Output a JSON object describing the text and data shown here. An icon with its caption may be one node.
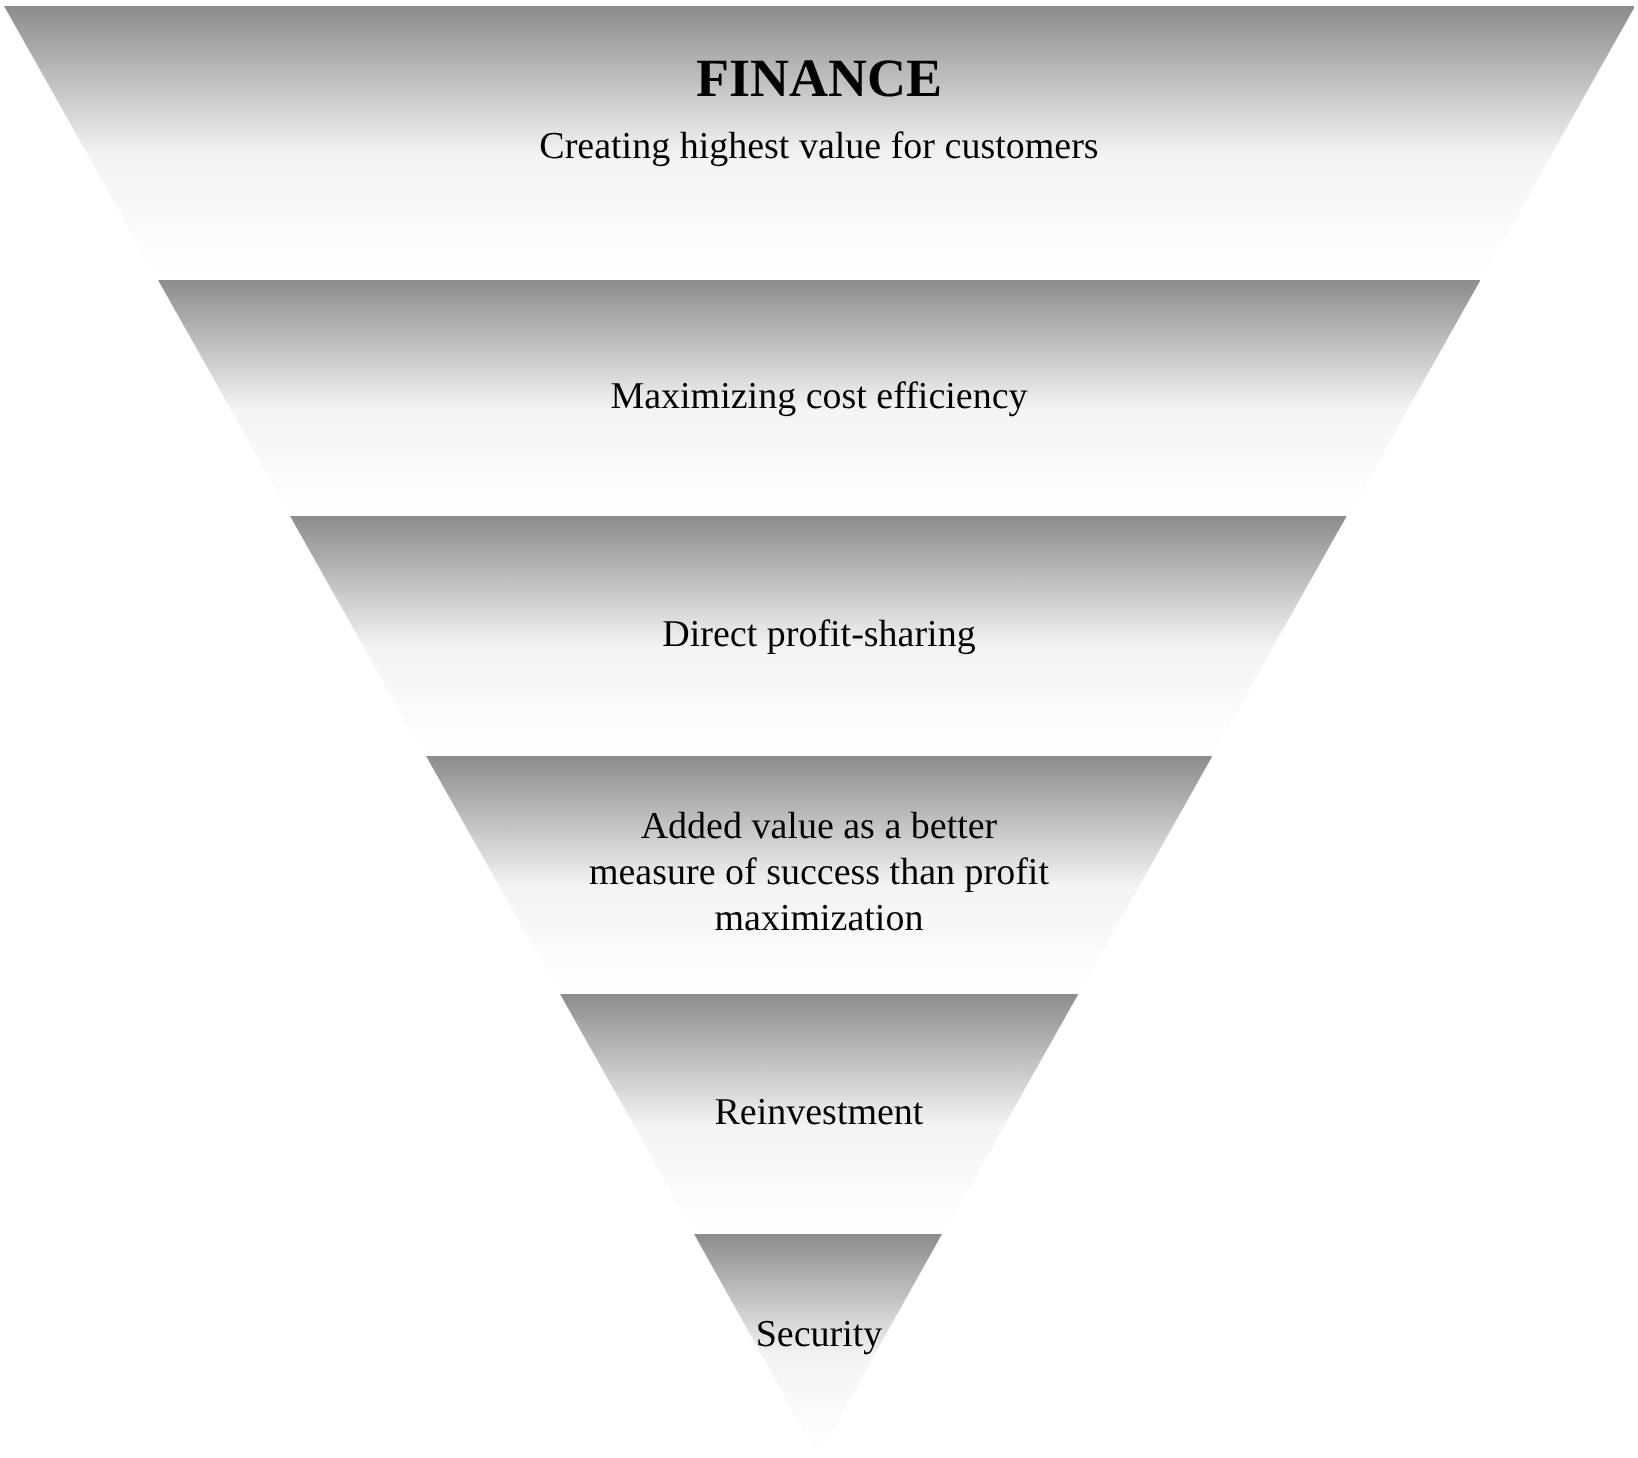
{
  "diagram": {
    "nodes": [
      {
        "text": [
          "FINANCE",
          "Creating highest value for customers"
        ]
      },
      {
        "text": [
          "Maximizing cost efficiency"
        ]
      },
      {
        "text": [
          "Direct profit-sharing"
        ]
      },
      {
        "text": [
          "Added value as a better measure of success than profit maximization"
        ]
      },
      {
        "text": [
          "Reinvestment"
        ]
      },
      {
        "text": [
          "Security"
        ]
      }
    ]
  }
}
